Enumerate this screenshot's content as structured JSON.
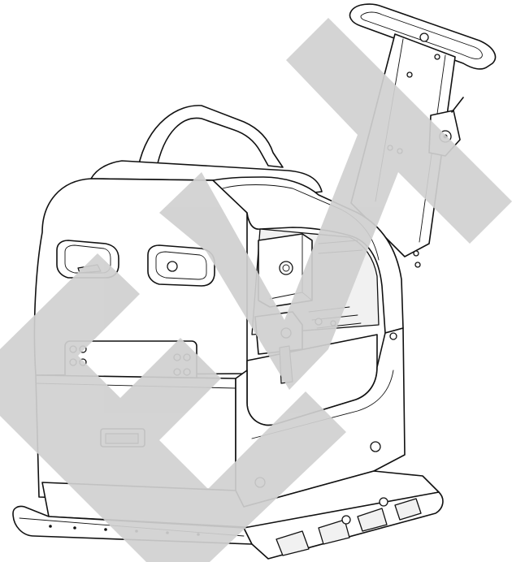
{
  "figure": {
    "subject": "reversible-plate-compactor",
    "view": "three-quarter-front",
    "style": "line-drawing",
    "watermark": "EN",
    "colors": {
      "line": "#111111",
      "fill": "#ffffff",
      "shade": "#d6d6d6",
      "watermark": "#d0d0d0"
    }
  }
}
